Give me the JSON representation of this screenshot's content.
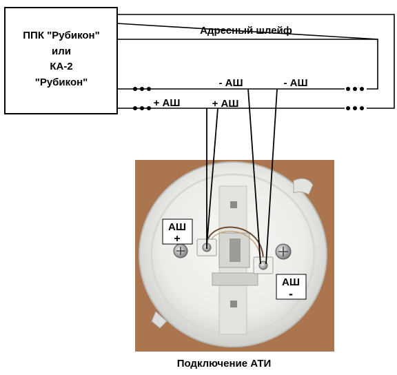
{
  "panel": {
    "line1": "ППК \"Рубикон\"",
    "line2": "или",
    "line3": "КА-2",
    "line4": "\"Рубикон\""
  },
  "bus_label": "Адресный шлейф",
  "wire_labels": {
    "neg_left": "- АШ",
    "neg_right": "- АШ",
    "pos_left": "+ АШ",
    "pos_right": "+ АШ"
  },
  "photo_tags": {
    "plus_title": "АШ",
    "plus_sign": "+",
    "minus_title": "АШ",
    "minus_sign": "-"
  },
  "caption": "Подключение АТИ",
  "colors": {
    "line": "#000000",
    "photo_bg": "#b07b55",
    "base_plastic": "#efefed"
  }
}
